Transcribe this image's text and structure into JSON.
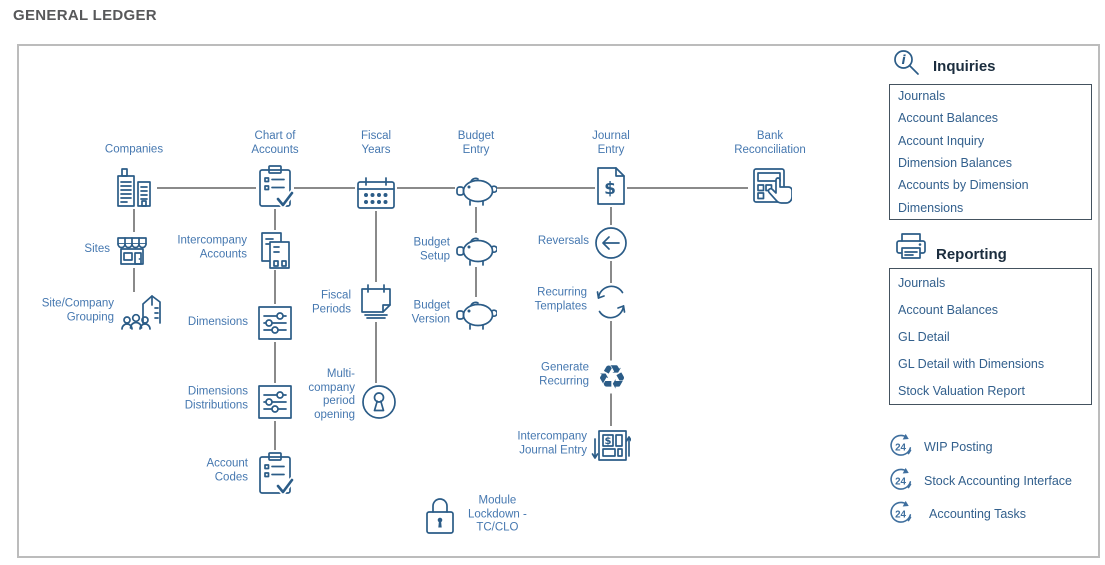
{
  "title": "GENERAL LEDGER",
  "nodes": {
    "companies": {
      "label": "Companies",
      "icon": "buildings-icon"
    },
    "chart_of_accounts": {
      "label": "Chart of\nAccounts",
      "icon": "clipboard-check-icon"
    },
    "fiscal_years": {
      "label": "Fiscal\nYears",
      "icon": "calendar-icon"
    },
    "budget_entry": {
      "label": "Budget\nEntry",
      "icon": "piggy-bank-icon"
    },
    "journal_entry": {
      "label": "Journal\nEntry",
      "icon": "dollar-document-icon"
    },
    "bank_reconciliation": {
      "label": "Bank\nReconciliation",
      "icon": "calculator-hand-icon"
    },
    "sites": {
      "label": "Sites",
      "icon": "storefront-icon"
    },
    "site_company_grouping": {
      "label": "Site/Company\nGrouping",
      "icon": "people-building-icon"
    },
    "intercompany_accounts": {
      "label": "Intercompany\nAccounts",
      "icon": "ledger-pages-icon"
    },
    "dimensions": {
      "label": "Dimensions",
      "icon": "sliders-icon"
    },
    "dimensions_distributions": {
      "label": "Dimensions\nDistributions",
      "icon": "sliders-icon"
    },
    "account_codes": {
      "label": "Account\nCodes",
      "icon": "clipboard-check-icon"
    },
    "fiscal_periods": {
      "label": "Fiscal\nPeriods",
      "icon": "note-calendar-icon"
    },
    "multi_company_period_opening": {
      "label": "Multi-\ncompany\nperiod\nopening",
      "icon": "keyhole-circle-icon"
    },
    "budget_setup": {
      "label": "Budget\nSetup",
      "icon": "piggy-bank-icon"
    },
    "budget_version": {
      "label": "Budget\nVersion",
      "icon": "piggy-bank-icon"
    },
    "reversals": {
      "label": "Reversals",
      "icon": "arrow-left-circle-icon"
    },
    "recurring_templates": {
      "label": "Recurring\nTemplates",
      "icon": "refresh-icon"
    },
    "generate_recurring": {
      "label": "Generate\nRecurring",
      "icon": "recycle-icon"
    },
    "intercompany_journal_entry": {
      "label": "Intercompany\nJournal Entry",
      "icon": "dollar-transfer-icon"
    },
    "module_lockdown": {
      "label": "Module\nLockdown -\nTC/CLO",
      "icon": "padlock-icon"
    }
  },
  "recycle_glyph": "♻",
  "inquiries": {
    "header": "Inquiries",
    "icon": "info-magnifier-icon",
    "items": [
      "Journals",
      "Account Balances",
      "Account Inquiry",
      "Dimension Balances",
      "Accounts by Dimension",
      "Dimensions"
    ]
  },
  "reporting": {
    "header": "Reporting",
    "icon": "printer-icon",
    "items": [
      "Journals",
      "Account Balances",
      "GL Detail",
      "GL Detail with Dimensions",
      "Stock Valuation Report"
    ]
  },
  "batch_tasks": [
    {
      "badge": "24",
      "label": "WIP Posting",
      "icon": "batch-cycle-icon"
    },
    {
      "badge": "24",
      "label": "Stock Accounting Interface",
      "icon": "batch-cycle-icon"
    },
    {
      "badge": "24",
      "label": "Accounting Tasks",
      "icon": "batch-cycle-icon"
    }
  ],
  "colors": {
    "label_blue": "#4678b0",
    "icon_navy": "#2b5c87",
    "panel_text": "#33608d",
    "header_dark": "#1b2d3e",
    "line_gray": "#8a8a8a",
    "title_gray": "#57585a",
    "frame_gray": "#bcbcbc"
  }
}
